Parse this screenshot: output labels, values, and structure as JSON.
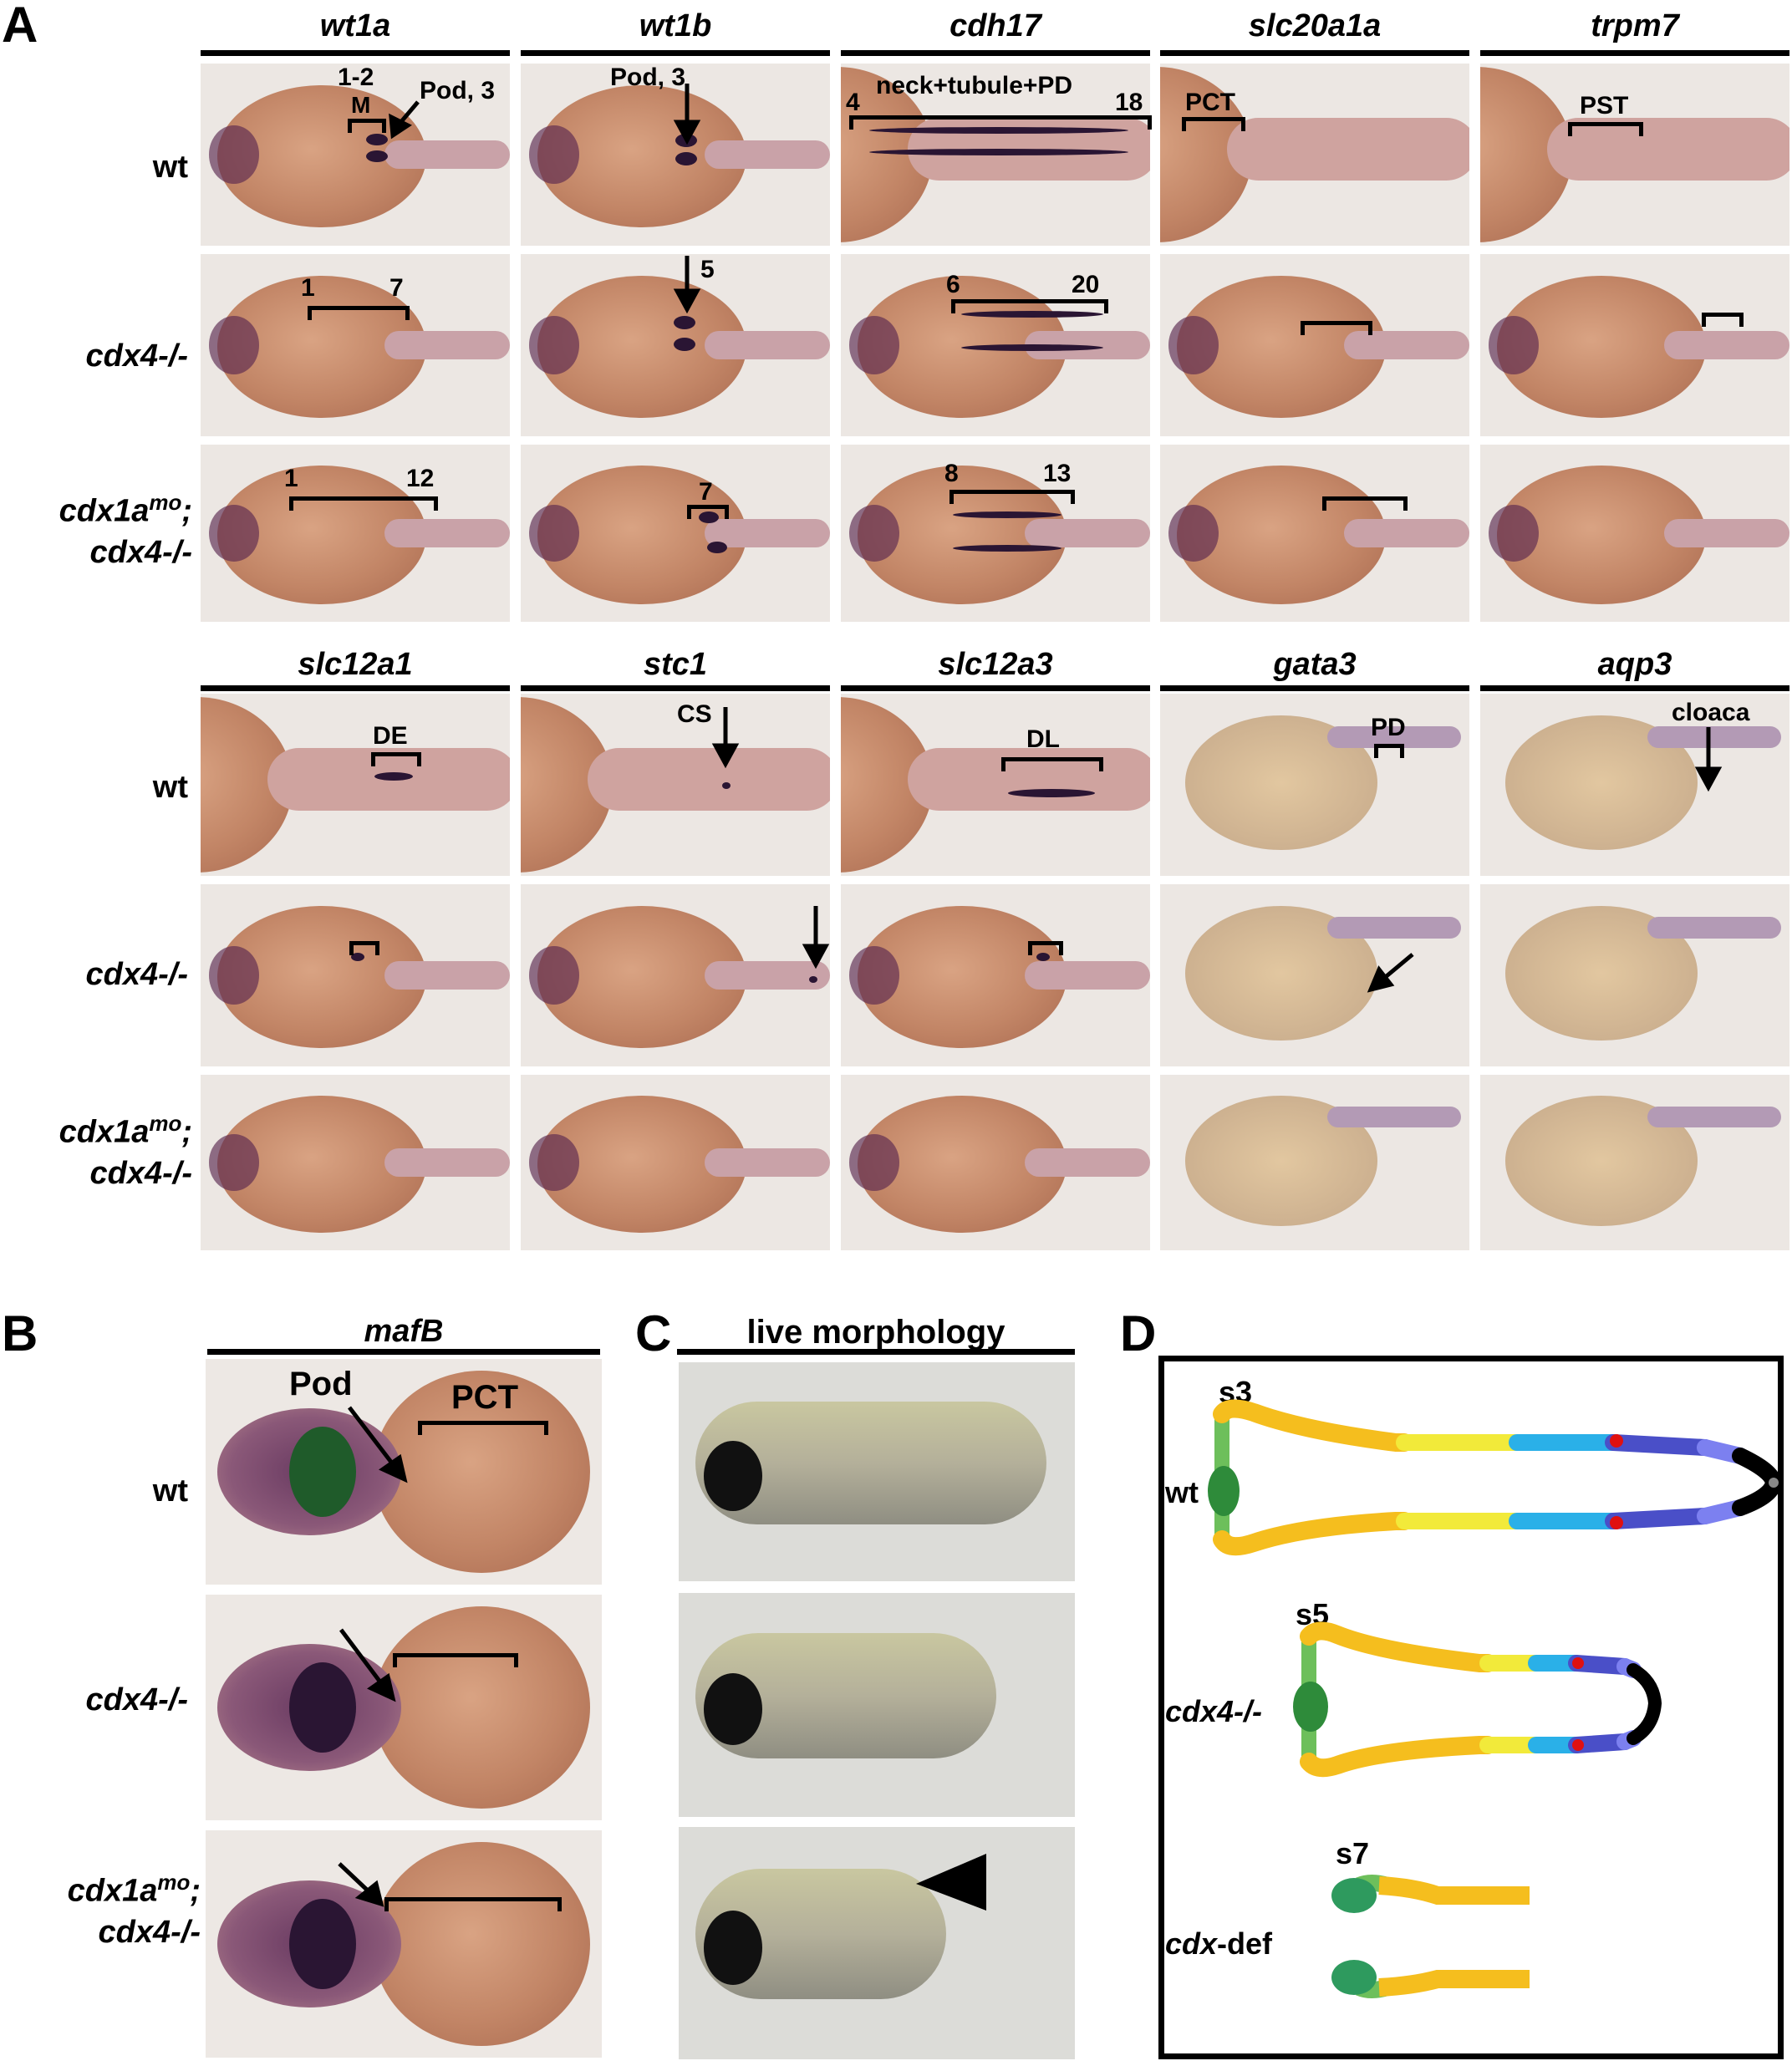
{
  "panels": {
    "A": "A",
    "B": "B",
    "C": "C",
    "D": "D"
  },
  "panelA": {
    "top_genes": [
      "wt1a",
      "wt1b",
      "cdh17",
      "slc20a1a",
      "trpm7"
    ],
    "bottom_genes": [
      "slc12a1",
      "stc1",
      "slc12a3",
      "gata3",
      "aqp3"
    ],
    "row_labels": {
      "wt": "wt",
      "cdx4": "cdx4-/-",
      "double_line1": "cdx1a",
      "double_sup": "mo",
      "double_sep": ";",
      "double_line2": "cdx4-/-"
    },
    "annotations": {
      "wt1a_wt_range": "1-2",
      "wt1a_wt_M": "M",
      "wt1a_wt_pod": "Pod, 3",
      "wt1b_wt_pod": "Pod, 3",
      "cdh17_wt_label": "neck+tubule+PD",
      "cdh17_wt_start": "4",
      "cdh17_wt_end": "18",
      "slc20a1a_wt": "PCT",
      "trpm7_wt": "PST",
      "wt1a_cdx4_start": "1",
      "wt1a_cdx4_end": "7",
      "wt1b_cdx4": "5",
      "cdh17_cdx4_start": "6",
      "cdh17_cdx4_end": "20",
      "wt1a_dbl_start": "1",
      "wt1a_dbl_end": "12",
      "wt1b_dbl": "7",
      "cdh17_dbl_start": "8",
      "cdh17_dbl_end": "13",
      "slc12a1_wt": "DE",
      "stc1_wt": "CS",
      "slc12a3_wt": "DL",
      "gata3_wt": "PD",
      "aqp3_wt": "cloaca"
    }
  },
  "panelB": {
    "gene": "mafB",
    "pod": "Pod",
    "pct": "PCT",
    "row_labels": {
      "wt": "wt",
      "cdx4": "cdx4-/-",
      "double_line1": "cdx1a",
      "double_sup": "mo",
      "double_sep": ";",
      "double_line2": "cdx4-/-"
    }
  },
  "panelC": {
    "title": "live morphology"
  },
  "panelD": {
    "wt_stage": "s3",
    "wt_label": "wt",
    "cdx4_stage": "s5",
    "cdx4_label": "cdx4-/-",
    "def_stage": "s7",
    "def_label_italic": "cdx",
    "def_label_rest": "-def"
  },
  "colors": {
    "embryo": "#c48a6a",
    "stain": "#2a1533",
    "podocyte": "#2e8b3a",
    "neck": "#6dbf5b",
    "pct": "#f5be1e",
    "pst": "#f2ea3a",
    "de": "#2ab0e8",
    "cs": "#e01010",
    "dl": "#4a4fc8",
    "pd": "#7c80f0",
    "cloaca": "#000000"
  }
}
